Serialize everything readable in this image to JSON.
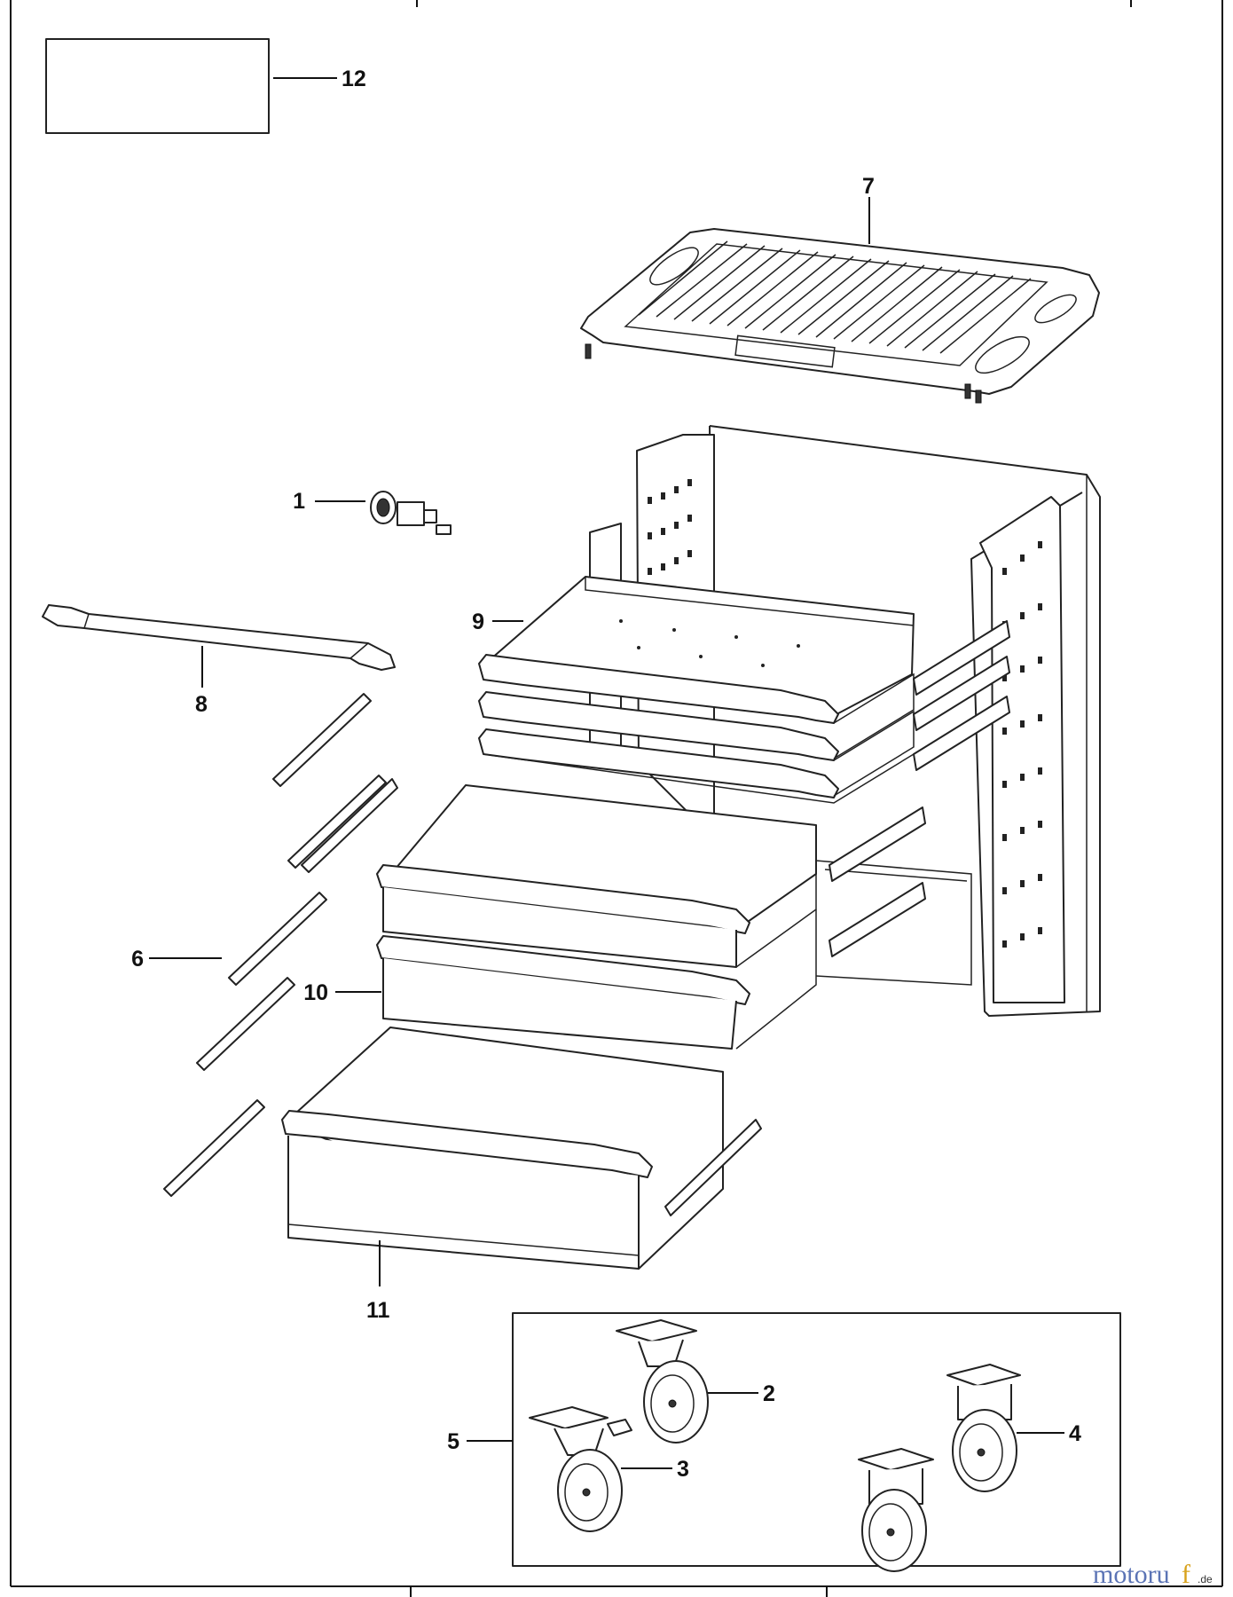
{
  "diagram": {
    "callouts": [
      {
        "id": "12",
        "label": "12",
        "part": "label-box"
      },
      {
        "id": "7",
        "label": "7",
        "part": "top-tray"
      },
      {
        "id": "1",
        "label": "1",
        "part": "lock"
      },
      {
        "id": "8",
        "label": "8",
        "part": "handle-bar"
      },
      {
        "id": "9",
        "label": "9",
        "part": "shallow-drawer"
      },
      {
        "id": "6",
        "label": "6",
        "part": "drawer-slide"
      },
      {
        "id": "10",
        "label": "10",
        "part": "medium-drawer"
      },
      {
        "id": "11",
        "label": "11",
        "part": "deep-drawer"
      },
      {
        "id": "2",
        "label": "2",
        "part": "fixed-caster"
      },
      {
        "id": "3",
        "label": "3",
        "part": "swivel-caster-brake"
      },
      {
        "id": "4",
        "label": "4",
        "part": "swivel-caster"
      },
      {
        "id": "5",
        "label": "5",
        "part": "caster-set"
      }
    ]
  },
  "watermark": {
    "brand_left": "motoru",
    "brand_right": "f",
    "suffix": ".de",
    "color_main": "#5b74b5",
    "color_accent": "#d8a21c"
  }
}
